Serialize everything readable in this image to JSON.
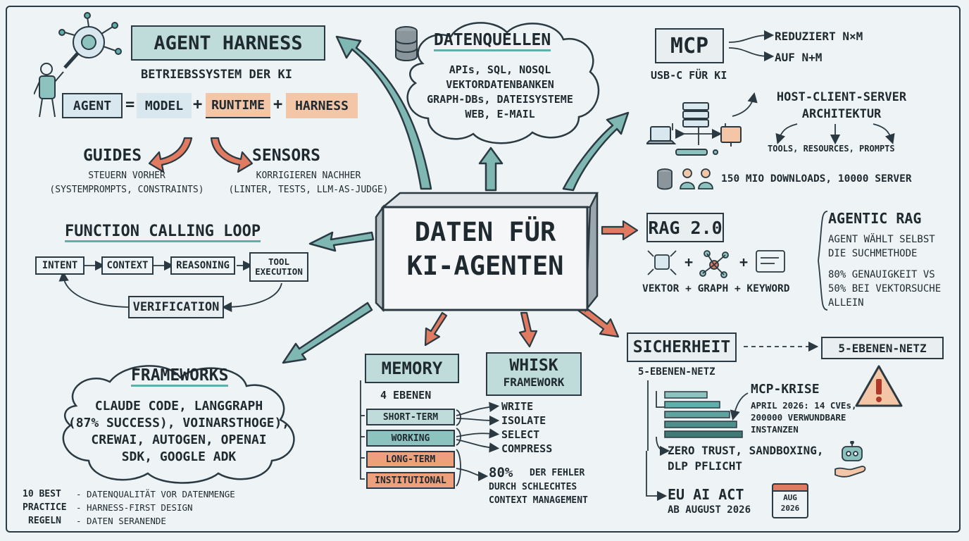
{
  "center": {
    "line1": "DATEN FÜR",
    "line2": "KI-AGENTEN"
  },
  "agent_harness": {
    "title": "AGENT HARNESS",
    "subtitle": "BETRIEBSSYSTEM DER KI",
    "formula": {
      "agent": "AGENT",
      "eq": "=",
      "model": "MODEL",
      "plus": "+",
      "runtime": "RUNTIME",
      "harness": "HARNESS"
    },
    "guides": {
      "title": "GUIDES",
      "line1": "STEUERN VORHER",
      "line2": "(SYSTEMPROMPTS, CONSTRAINTS)"
    },
    "sensors": {
      "title": "SENSORS",
      "line1": "KORRIGIEREN NACHHER",
      "line2": "(LINTER, TESTS, LLM-AS-JUDGE)"
    }
  },
  "datenquellen": {
    "title": "DATENQUELLEN",
    "lines": [
      "APIs,  SQL,  NOSQL",
      "VEKTORDATENBANKEN",
      "GRAPH-DBs, DATEISYSTEME",
      "WEB,  E-MAIL"
    ]
  },
  "mcp": {
    "title": "MCP",
    "subtitle": "USB-C FÜR KI",
    "note1": "REDUZIERT N×M",
    "note2": "AUF N+M",
    "arch1": "HOST-CLIENT-SERVER",
    "arch2": "ARCHITEKTUR",
    "primitives": "TOOLS, RESOURCES, PROMPTS",
    "stats": "150 MIO DOWNLOADS, 10000 SERVER"
  },
  "function_calling": {
    "title": "FUNCTION CALLING LOOP",
    "steps": [
      "INTENT",
      "CONTEXT",
      "REASONING"
    ],
    "tool1": "TOOL",
    "tool2": "EXECUTION",
    "verification": "VERIFICATION"
  },
  "rag": {
    "title": "RAG 2.0",
    "plus": "+",
    "caption": "VEKTOR + GRAPH + KEYWORD",
    "agentic_title": "AGENTIC RAG",
    "agentic_lines": [
      "AGENT WÄHLT SELBST",
      "DIE SUCHMETHODE"
    ],
    "accuracy_lines": [
      "80% GENAUIGKEIT VS",
      "50% BEI VEKTORSUCHE",
      "ALLEIN"
    ]
  },
  "frameworks": {
    "title": "FRAMEWORKS",
    "lines": [
      "CLAUDE CODE, LANGGRAPH",
      "(87% SUCCESS), VOINARSTHOGE),",
      "CREWAI, AUTOGEN, OPENAI",
      "SDK, GOOGLE ADK"
    ]
  },
  "best_practice": {
    "labels": [
      "10 BEST",
      "PRACTICE",
      "REGELN"
    ],
    "items": [
      "- DATENQUALITÄT VOR DATENMENGE",
      "- HARNESS-FIRST DESIGN",
      "- DATEN SERANENDE"
    ]
  },
  "memory": {
    "title": "MEMORY",
    "subtitle": "4 EBENEN",
    "levels": [
      "SHORT-TERM",
      "WORKING",
      "LONG-TERM",
      "INSTITUTIONAL"
    ]
  },
  "whisk": {
    "title1": "WHISK",
    "title2": "FRAMEWORK",
    "ops": [
      "WRITE",
      "ISOLATE",
      "SELECT",
      "COMPRESS"
    ],
    "error_pct": "80%",
    "error_l1": "DER FEHLER",
    "error_l2": "DURCH SCHLECHTES",
    "error_l3": "CONTEXT MANAGEMENT"
  },
  "sicherheit": {
    "title": "SICHERHEIT",
    "net_box": "5-EBENEN-NETZ",
    "net_label": "5-EBENEN-NETZ",
    "crisis_title": "MCP-KRISE",
    "crisis_lines": [
      "APRIL 2026: 14 CVEs,",
      "200000 VERWUNDBARE",
      "INSTANZEN"
    ],
    "zero_trust1": "ZERO TRUST, SANDBOXING,",
    "zero_trust2": "DLP PFLICHT",
    "eu1": "EU AI ACT",
    "eu2": "AB AUGUST 2026",
    "calendar1": "AUG",
    "calendar2": "2026"
  }
}
